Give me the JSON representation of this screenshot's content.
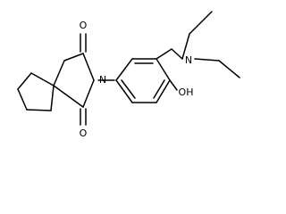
{
  "molecule": {
    "atoms": {
      "O_top": "O",
      "O_bottom": "O",
      "N_ring": "N",
      "N_amine": "N",
      "OH": "OH"
    }
  }
}
